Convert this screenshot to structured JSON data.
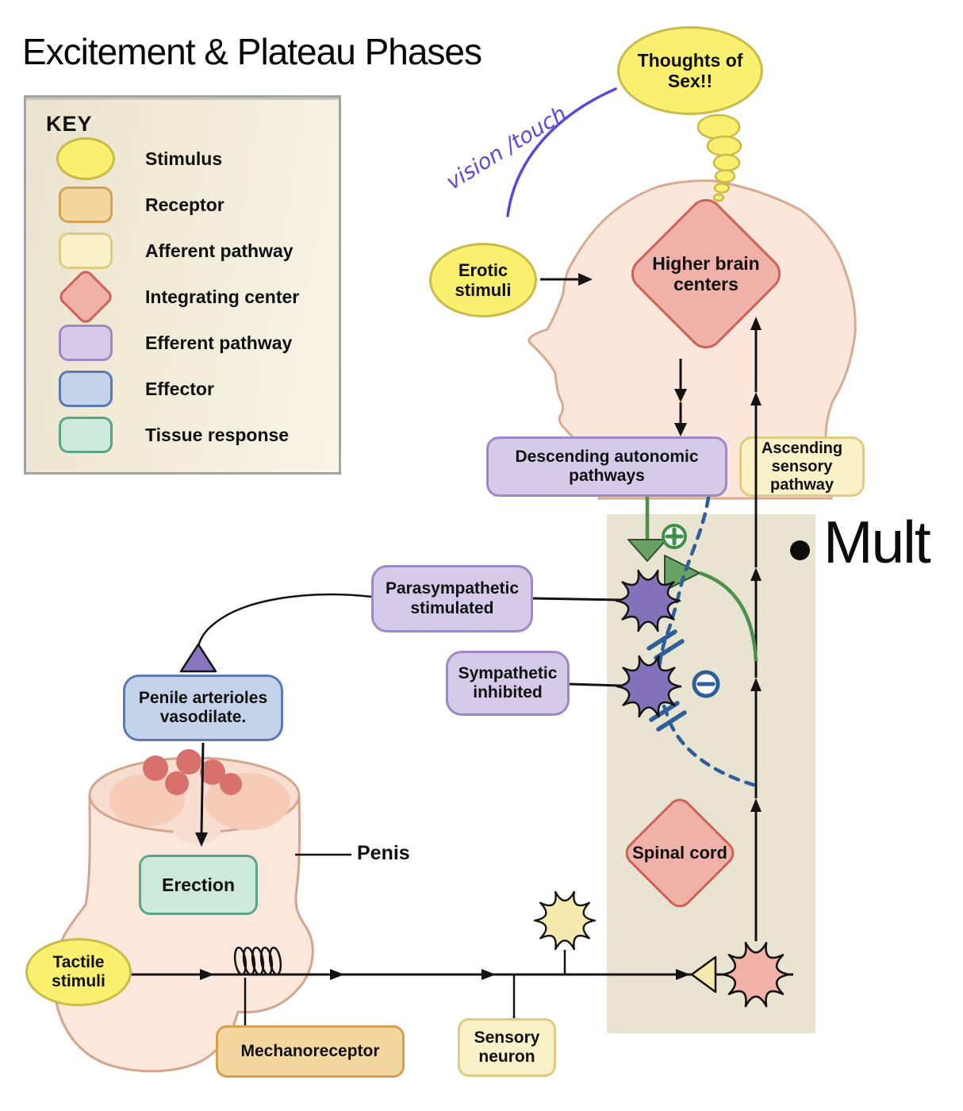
{
  "title": "Excitement & Plateau Phases",
  "handwritten_annotation": "vision /touch",
  "side_note": {
    "bullet_text": "Mult"
  },
  "key": {
    "heading": "KEY",
    "items": [
      {
        "label": "Stimulus",
        "shape": "yellow-ellipse"
      },
      {
        "label": "Receptor",
        "shape": "orange-rounded-rect"
      },
      {
        "label": "Afferent pathway",
        "shape": "pale-yellow-rounded-rect"
      },
      {
        "label": "Integrating center",
        "shape": "red-diamond"
      },
      {
        "label": "Efferent pathway",
        "shape": "lavender-rounded-rect"
      },
      {
        "label": "Effector",
        "shape": "blue-rounded-rect"
      },
      {
        "label": "Tissue response",
        "shape": "green-rounded-rect"
      }
    ]
  },
  "diagram": {
    "stimuli": {
      "thoughts": "Thoughts of Sex!!",
      "erotic": "Erotic stimuli",
      "tactile": "Tactile stimuli"
    },
    "centers": {
      "higher_brain": "Higher brain centers",
      "spinal_cord": "Spinal cord"
    },
    "pathways": {
      "descending": "Descending autonomic pathways",
      "ascending": "Ascending sensory pathway",
      "parasympathetic": "Parasympathetic stimulated",
      "sympathetic": "Sympathetic inhibited"
    },
    "effectors": {
      "penile_arterioles": "Penile arterioles vasodilate."
    },
    "responses": {
      "erection": "Erection"
    },
    "receptors": {
      "mechanoreceptor": "Mechanoreceptor"
    },
    "neurons": {
      "sensory": "Sensory neuron"
    },
    "labels": {
      "penis": "Penis"
    },
    "symbols": {
      "excitatory": "+",
      "inhibitory": "−"
    }
  },
  "colors": {
    "stimulus_fill": "#f8f06e",
    "stimulus_stroke": "#c8bb4a",
    "receptor_fill": "#f3d79e",
    "receptor_stroke": "#d2a156",
    "afferent_fill": "#faf1c9",
    "afferent_stroke": "#dfcb82",
    "integrating_fill": "#f0b2a8",
    "integrating_stroke": "#cd6257",
    "efferent_fill": "#d6cae9",
    "efferent_stroke": "#9d89c4",
    "effector_fill": "#c4d3e9",
    "effector_stroke": "#5b79b3",
    "tissue_fill": "#cde9db",
    "tissue_stroke": "#5aa684",
    "head_fill": "#fbe6db",
    "head_stroke": "#d8aa90",
    "band_fill": "#e9e4d2",
    "penis_fill": "#fbe7dc",
    "penis_stroke": "#d4a58c",
    "penis_face": "#f8ded1",
    "penis_inner": "#f5ccb8",
    "vessel_red": "#d8716c",
    "neuron_purple": "#8372ba",
    "neuron_pink": "#f2b1a6",
    "neuron_yellow": "#f5e9ae",
    "syn_purple": "#8a76be",
    "green": "#4f8f4c",
    "green_fill": "#69a265",
    "plus_green": "#3f8f46",
    "blue_dash": "#2e5f99",
    "ink": "#5b48d8"
  }
}
